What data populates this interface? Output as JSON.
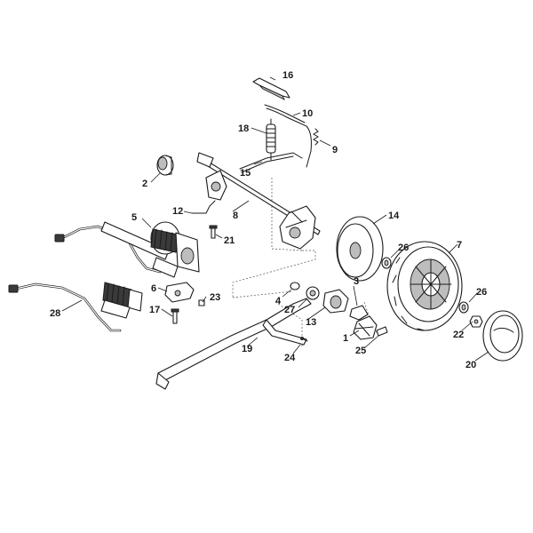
{
  "labels": {
    "n1": "1",
    "n2": "2",
    "n3": "3",
    "n4": "4",
    "n5": "5",
    "n6": "6",
    "n7": "7",
    "n8": "8",
    "n9": "9",
    "n10": "10",
    "n12": "12",
    "n13": "13",
    "n14": "14",
    "n15": "15",
    "n16": "16",
    "n17": "17",
    "n18": "18",
    "n19": "19",
    "n20": "20",
    "n21": "21",
    "n22": "22",
    "n23": "23",
    "n24": "24",
    "n25": "25",
    "n26a": "26",
    "n26b": "26",
    "n27": "27",
    "n28": "28"
  }
}
